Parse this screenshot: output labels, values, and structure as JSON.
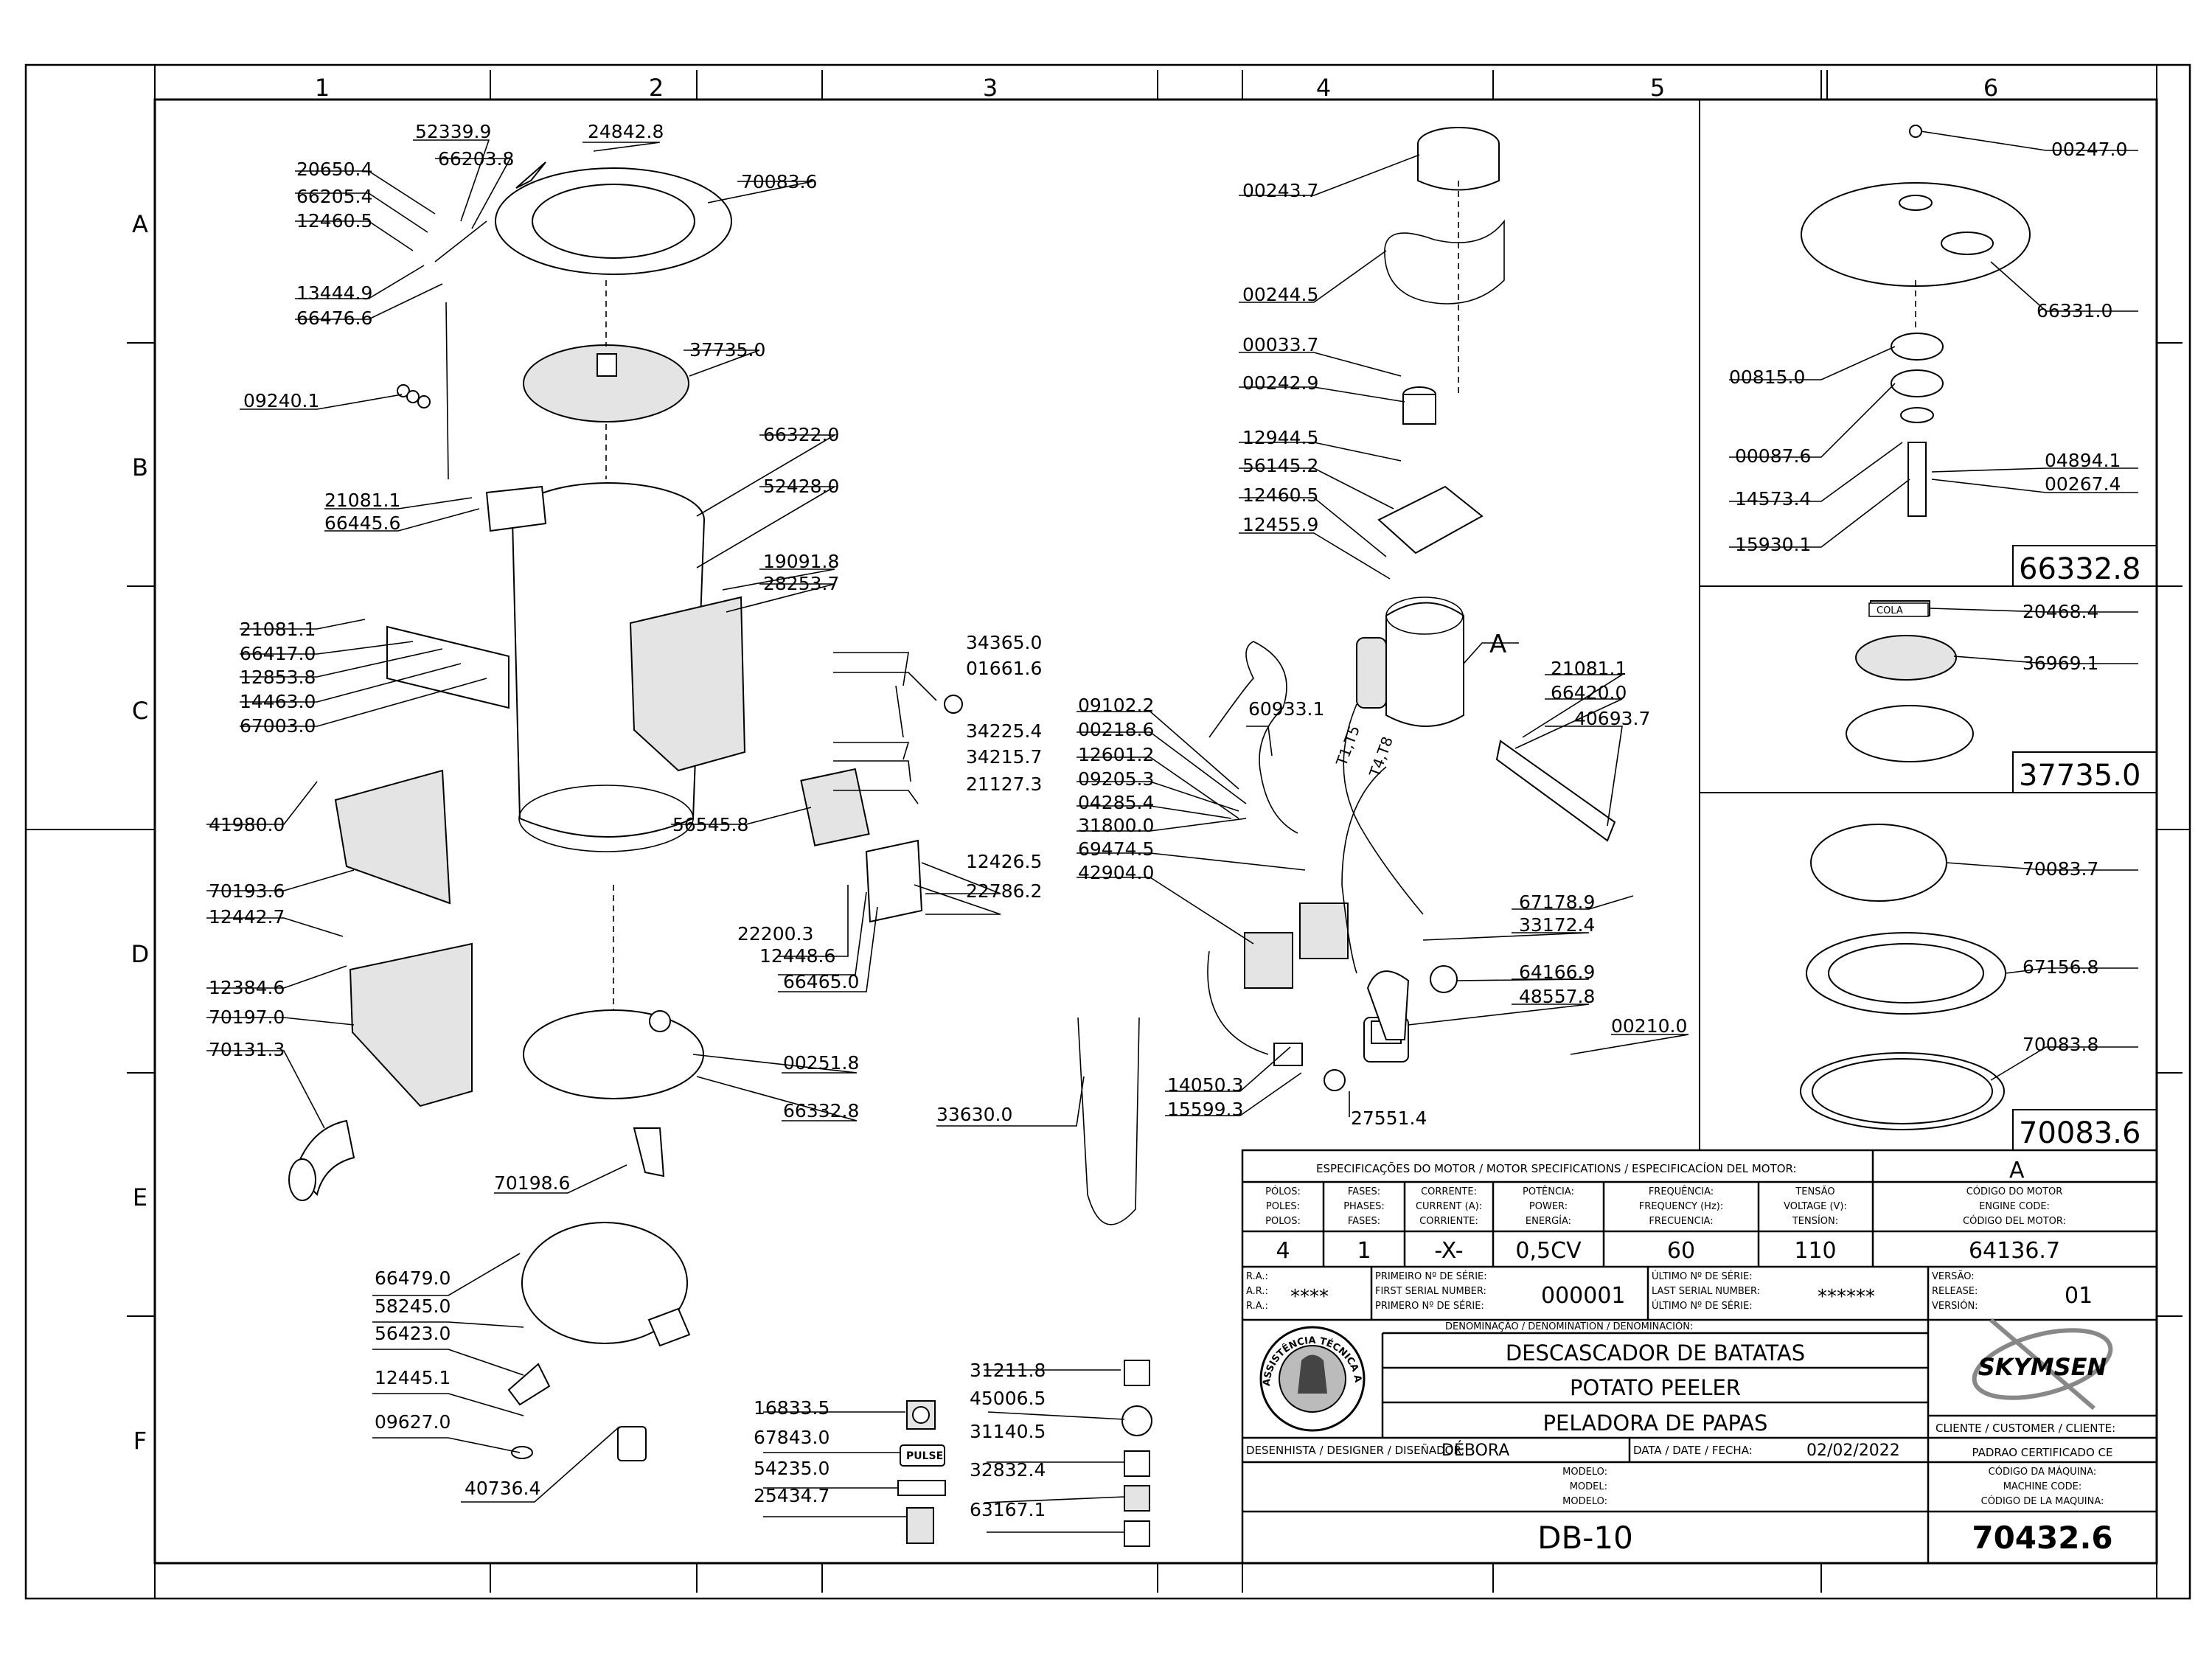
{
  "grid": {
    "columns": [
      "1",
      "2",
      "3",
      "4",
      "5",
      "6"
    ],
    "rows": [
      "A",
      "B",
      "C",
      "D",
      "E",
      "F"
    ]
  },
  "part_labels": [
    "52339.9",
    "24842.8",
    "20650.4",
    "66203.8",
    "66205.4",
    "70083.6",
    "12460.5",
    "13444.9",
    "66476.6",
    "37735.0",
    "09240.1",
    "66322.0",
    "52428.0",
    "21081.1",
    "66445.6",
    "19091.8",
    "28253.7",
    "21081.1",
    "66417.0",
    "12853.8",
    "14463.0",
    "67003.0",
    "34365.0",
    "01661.6",
    "34225.4",
    "34215.7",
    "21127.3",
    "56545.8",
    "12426.5",
    "22786.2",
    "41980.0",
    "70193.6",
    "12442.7",
    "22200.3",
    "12448.6",
    "66465.0",
    "12384.6",
    "70197.0",
    "70131.3",
    "00251.8",
    "66332.8",
    "33630.0",
    "70198.6",
    "00243.7",
    "00244.5",
    "00033.7",
    "00242.9",
    "12944.5",
    "56145.2",
    "12460.5",
    "12455.9",
    "21081.1",
    "66420.0",
    "40693.7",
    "09102.2",
    "60933.1",
    "00218.6",
    "12601.2",
    "09205.3",
    "04285.4",
    "31800.0",
    "69474.5",
    "42904.0",
    "67178.9",
    "33172.4",
    "64166.9",
    "48557.8",
    "00210.0",
    "14050.3",
    "15599.3",
    "27551.4",
    "66479.0",
    "58245.0",
    "56423.0",
    "12445.1",
    "09627.0",
    "40736.4",
    "31211.8",
    "16833.5",
    "45006.5",
    "67843.0",
    "31140.5",
    "54235.0",
    "32832.4",
    "25434.7",
    "63167.1",
    "00247.0",
    "66331.0",
    "00815.0",
    "00087.6",
    "04894.1",
    "14573.4",
    "00267.4",
    "15930.1",
    "20468.4",
    "36969.1",
    "70083.7",
    "67156.8",
    "70083.8"
  ],
  "detail_refs": [
    "66332.8",
    "37735.0",
    "70083.6"
  ],
  "callout": "A",
  "cola_tag": "COLA",
  "pulse_tag": "PULSE",
  "wire_tags": [
    "T1,T5",
    "T4,T8"
  ],
  "motor_specs": {
    "header": "ESPECIFICAÇÕES DO MOTOR / MOTOR SPECIFICATIONS / ESPECIFICACÍON DEL MOTOR:",
    "callout": "A",
    "columns": [
      {
        "l1": "PÓLOS:",
        "l2": "POLES:",
        "l3": "POLOS:",
        "value": "4"
      },
      {
        "l1": "FASES:",
        "l2": "PHASES:",
        "l3": "FASES:",
        "value": "1"
      },
      {
        "l1": "CORRENTE:",
        "l2": "CURRENT (A):",
        "l3": "CORRIENTE:",
        "value": "-X-"
      },
      {
        "l1": "POTÊNCIA:",
        "l2": "POWER:",
        "l3": "ENERGÍA:",
        "value": "0,5CV"
      },
      {
        "l1": "FREQUÊNCIA:",
        "l2": "FREQUENCY (Hz):",
        "l3": "FRECUENCIA:",
        "value": "60"
      },
      {
        "l1": "TENSÃO",
        "l2": "VOLTAGE (V):",
        "l3": "TENSÍON:",
        "value": "110"
      },
      {
        "l1": "CÓDIGO DO MOTOR",
        "l2": "ENGINE CODE:",
        "l3": "CÓDIGO DEL MOTOR:",
        "value": "64136.7"
      }
    ]
  },
  "title_block": {
    "ra": [
      "R.A.:",
      "A.R.:",
      "R.A.:"
    ],
    "ra_value": "****",
    "first_serial": [
      "PRIMEIRO Nº DE SÉRIE:",
      "FIRST SERIAL NUMBER:",
      "PRIMERO Nº DE SÉRIE:"
    ],
    "first_serial_value": "000001",
    "last_serial": [
      "ÚLTIMO Nº DE SÉRIE:",
      "LAST SERIAL NUMBER:",
      "ÚLTIMO Nº DE SÉRIE:"
    ],
    "last_serial_value": "******",
    "version": [
      "VERSÃO:",
      "RELEASE:",
      "VERSIÓN:"
    ],
    "version_value": "01",
    "denomination_label": "DENOMINAÇÃO / DENOMINATION / DENOMINACIÓN:",
    "names": [
      "DESCASCADOR DE BATATAS",
      "POTATO PEELER",
      "PELADORA DE PAPAS"
    ],
    "stamp_text": "ASSISTÊNCIA TÉCNICA AUTORIZADA",
    "brand": "SKYMSEN",
    "client_label": "CLIENTE / CUSTOMER / CLIENTE:",
    "client_value": "PADRAO CERTIFICADO CE",
    "designer_label": "DESENHISTA / DESIGNER / DISEÑADOR:",
    "designer_value": "DÉBORA",
    "date_label": "DATA / DATE / FECHA:",
    "date_value": "02/02/2022",
    "model_labels": [
      "MODELO:",
      "MODEL:",
      "MODELO:"
    ],
    "machine_code_labels": [
      "CÓDIGO DA MÁQUINA:",
      "MACHINE CODE:",
      "CÓDIGO DE LA MAQUINA:"
    ],
    "model_value": "DB-10",
    "machine_code_value": "70432.6"
  },
  "colors": {
    "line": "#000000",
    "paper": "#ffffff",
    "shade": "#e4e4e4"
  }
}
